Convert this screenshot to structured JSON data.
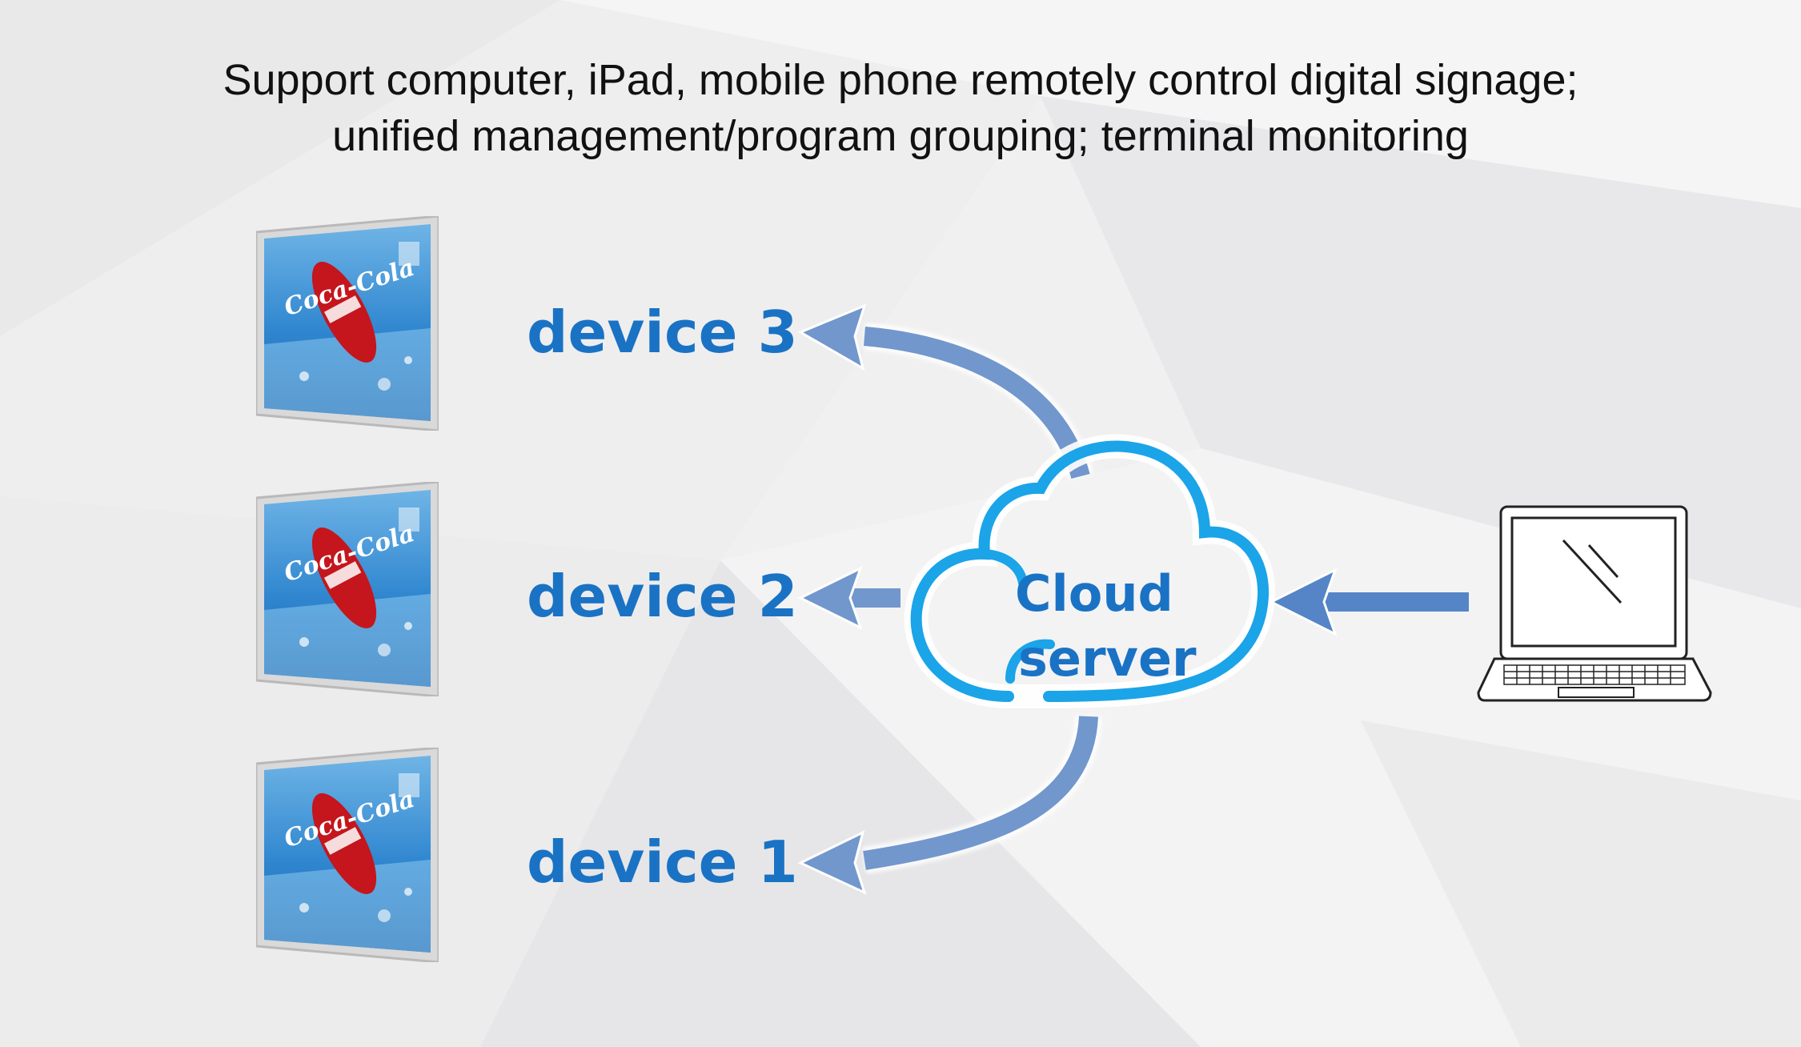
{
  "headline": {
    "line1": "Support computer, iPad, mobile phone remotely control digital signage;",
    "line2": "unified management/program grouping; terminal monitoring"
  },
  "devices": [
    {
      "label": "device 3",
      "screen_brand": "Coca-Cola"
    },
    {
      "label": "device 2",
      "screen_brand": "Coca-Cola"
    },
    {
      "label": "device 1",
      "screen_brand": "Coca-Cola"
    }
  ],
  "cloud": {
    "line1": "Cloud",
    "line2": "server"
  },
  "client": {
    "icon": "laptop-icon"
  },
  "colors": {
    "label_blue": "#1a72c4",
    "arrow_blue": "#6f95cc",
    "cloud_outline": "#1aa3e6",
    "headline_text": "#111111"
  }
}
